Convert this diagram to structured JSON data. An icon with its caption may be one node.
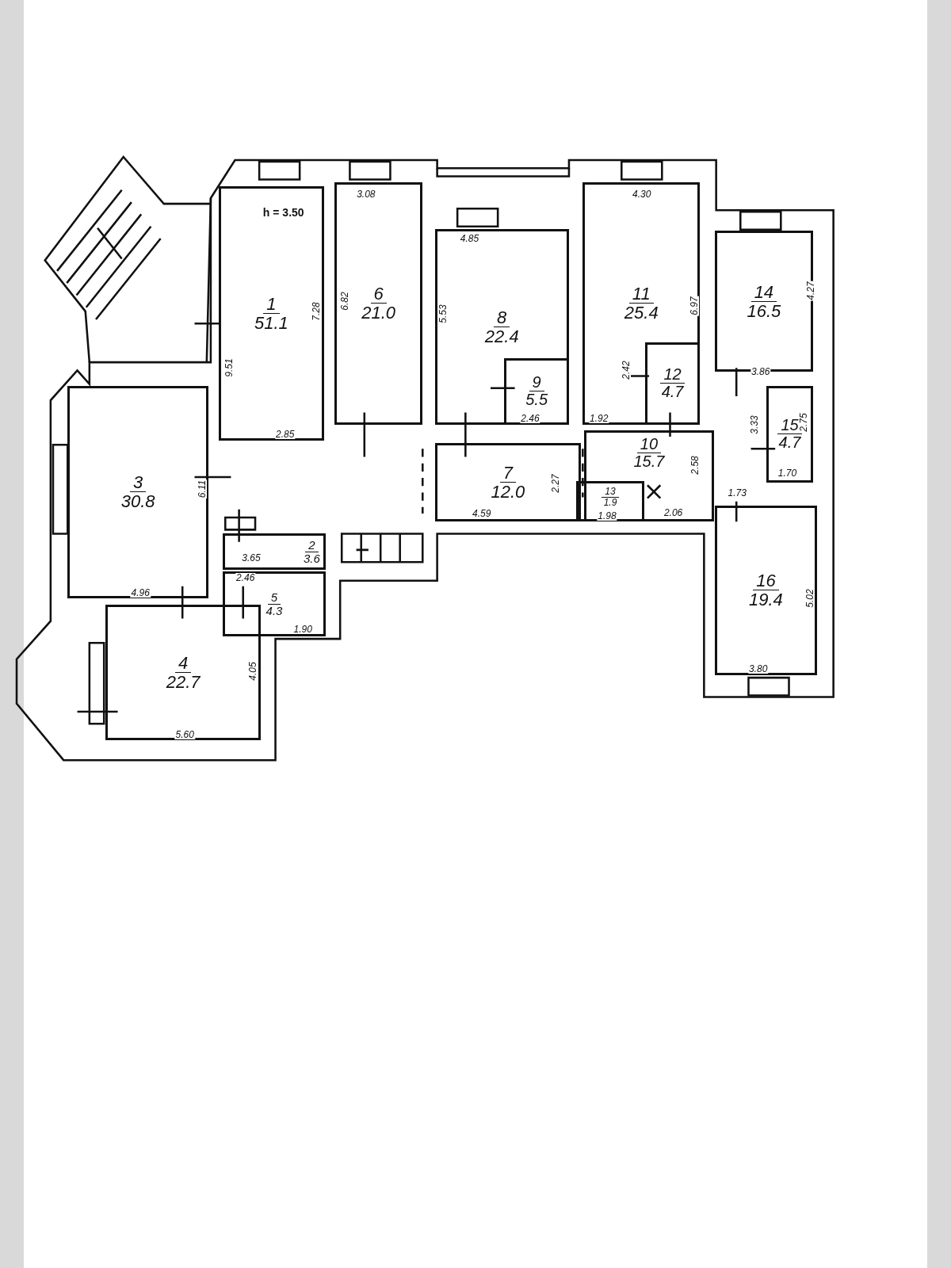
{
  "diagram": {
    "nodes": [
      {
        "text": [
          "1",
          "51.1"
        ]
      },
      {
        "text": [
          "2",
          "3.6"
        ]
      },
      {
        "text": [
          "3",
          "30.8"
        ]
      },
      {
        "text": [
          "4",
          "22.7"
        ]
      },
      {
        "text": [
          "5",
          "4.3"
        ]
      },
      {
        "text": [
          "6",
          "21.0"
        ]
      },
      {
        "text": [
          "7",
          "12.0"
        ]
      },
      {
        "text": [
          "8",
          "22.4"
        ]
      },
      {
        "text": [
          "9",
          "5.5"
        ],
        "in": 7
      },
      {
        "text": [
          "10",
          "15.7"
        ]
      },
      {
        "text": [
          "11",
          "25.4"
        ]
      },
      {
        "text": [
          "12",
          "4.7"
        ],
        "in": 10
      },
      {
        "text": [
          "13",
          "1.9"
        ]
      },
      {
        "text": [
          "14",
          "16.5"
        ]
      },
      {
        "text": [
          "15",
          "4.7"
        ]
      },
      {
        "text": [
          "16",
          "19.4"
        ]
      }
    ],
    "labels": [
      "h = 3.50",
      "3.08",
      "4.85",
      "4.30",
      "7.28",
      "6.82",
      "5.53",
      "6.97",
      "4.27",
      "9.51",
      "2.42",
      "2.46",
      "1.92",
      "3.86",
      "3.33",
      "2.75",
      "1.70",
      "2.85",
      "6.11",
      "2.27",
      "2.58",
      "1.73",
      "4.59",
      "1.98",
      "2.06",
      "3.65",
      "2.46",
      "1.90",
      "4.96",
      "4.05",
      "5.60",
      "5.02",
      "3.80"
    ]
  }
}
